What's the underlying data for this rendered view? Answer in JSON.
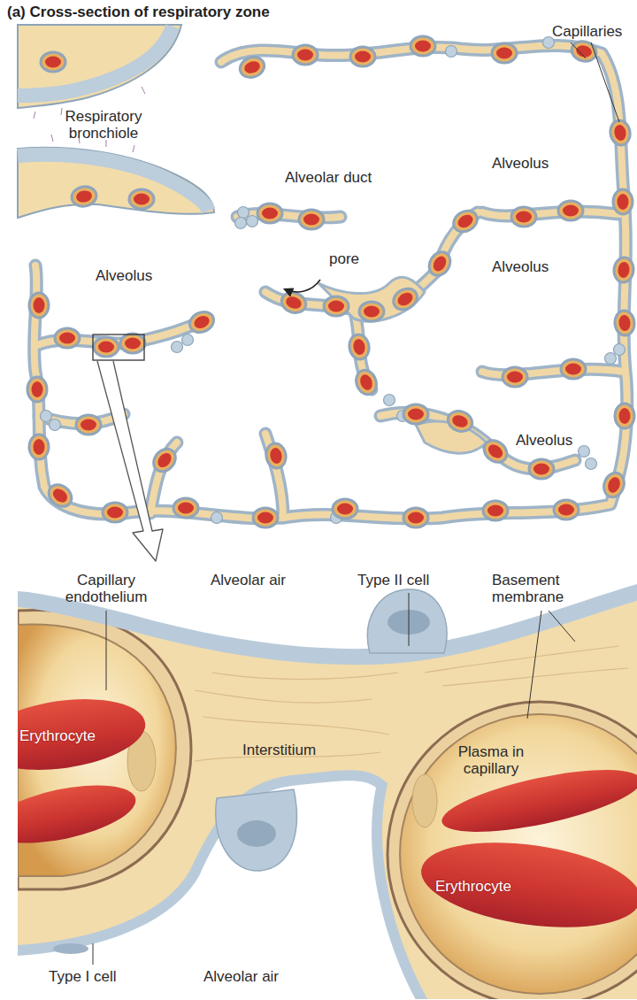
{
  "diagram": {
    "title": "(a) Cross-section of respiratory zone",
    "labels": [
      "Capillaries",
      "Respiratory bronchiole",
      "Alveolar duct",
      "Alveolus",
      "pore",
      "Alveolus",
      "Alveolus",
      "Alveolus",
      "Capillary endothelium",
      "Alveolar air",
      "Type II cell",
      "Basement membrane",
      "Erythrocyte",
      "Interstitium",
      "Plasma in capillary",
      "Erythrocyte",
      "Type I cell",
      "Alveolar air"
    ]
  }
}
